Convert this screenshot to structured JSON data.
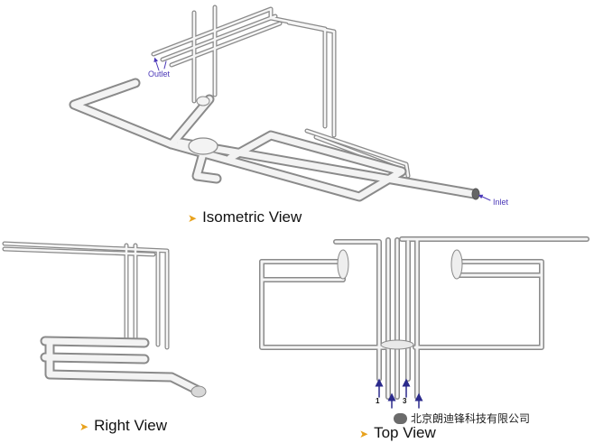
{
  "isometric": {
    "caption": "Isometric View",
    "outlet_label": "Outlet",
    "inlet_label": "Inlet"
  },
  "right": {
    "caption": "Right View"
  },
  "top": {
    "caption": "Top View",
    "arrow_labels": [
      "1",
      "3"
    ]
  },
  "watermark": {
    "text": "北京朗迪锋科技有限公司",
    "icon": "wechat-icon"
  },
  "colors": {
    "pipe_stroke": "#8a8a8a",
    "pipe_fill": "#f3f3f3",
    "arrow_blue": "#2b2a8c",
    "caption_marker": "#e8a21d",
    "label_purple": "#4b38b8"
  }
}
